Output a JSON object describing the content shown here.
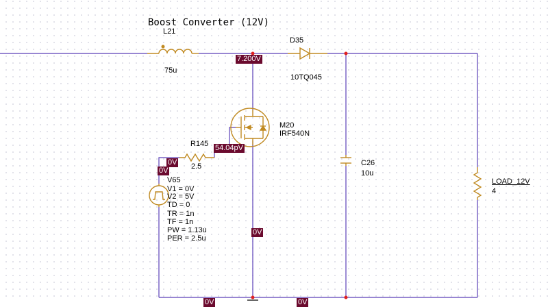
{
  "schematic": {
    "title": "Boost Converter (12V)",
    "colors": {
      "wire": "#5a3fb8",
      "part": "#c08a22",
      "probe_bg": "#6b0a2e",
      "junction": "#e02020"
    },
    "components": {
      "inductor": {
        "ref": "L21",
        "value": "75u"
      },
      "diode": {
        "ref": "D35",
        "value": "10TQ045"
      },
      "mosfet": {
        "ref": "M20",
        "value": "IRF540N"
      },
      "resistor": {
        "ref": "R145",
        "value": "2.5"
      },
      "capacitor": {
        "ref": "C26",
        "value": "10u"
      },
      "load": {
        "ref": "LOAD_12V",
        "value": "4"
      },
      "source": {
        "ref": "V65",
        "params": [
          "V1 = 0V",
          "V2 = 5V",
          "TD = 0",
          "TR = 1n",
          "TF = 1n",
          "PW = 1.13u",
          "PER = 2.5u"
        ]
      }
    },
    "probes": {
      "switch_node": "7.200V",
      "gate": "54.04pV",
      "source_plus": "0V",
      "source_minus": "0V",
      "mosfet_source": "0V",
      "ground_left": "0V",
      "ground_right": "0V"
    }
  }
}
